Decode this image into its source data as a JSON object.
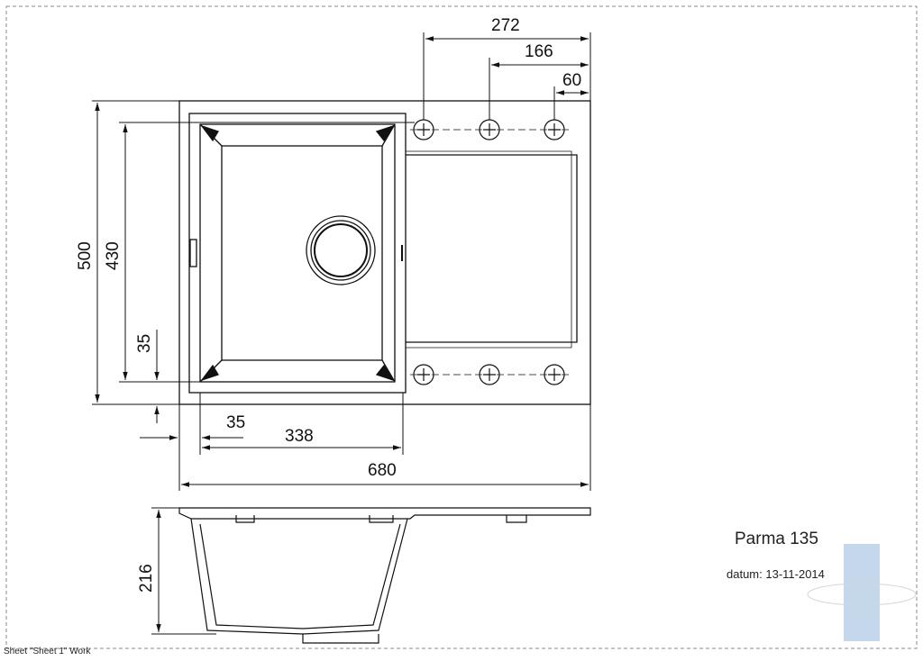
{
  "drawing": {
    "dimensions": {
      "top_272": "272",
      "top_166": "166",
      "top_60": "60",
      "left_500": "500",
      "left_430": "430",
      "left_35": "35",
      "bottom_35": "35",
      "bottom_338": "338",
      "bottom_680": "680",
      "side_216": "216"
    },
    "title_block": {
      "model": "Parma 135",
      "date": "datum: 13-11-2014"
    },
    "footer": {
      "sheet_label": "Sheet \"Sheet 1\" Work"
    }
  },
  "colors": {
    "line": "#111111",
    "dashed_border": "#888888",
    "logo": "#c5d7ea"
  }
}
